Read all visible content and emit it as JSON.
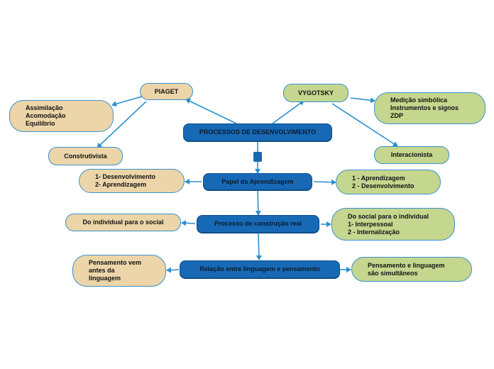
{
  "diagram": {
    "central": "PROCESSOS DE DESENVOLVIMENTO",
    "piaget": {
      "title": "PIAGET",
      "concepts": "Assimilação\nAcomodação\nEquilíbrio",
      "approach": "Construtivista"
    },
    "vygotsky": {
      "title": "VYGOTSKY",
      "concepts": "Medição simbólica\nInstrumentos e signos\nZDP",
      "approach": "Interacionista"
    },
    "topics": [
      {
        "label": "Papel da Aprendizagem",
        "piaget": "1- Desenvolvimento\n2- Aprendizagem",
        "vygotsky": "1 - Aprendizagem\n2 - Desenvolvimento"
      },
      {
        "label": "Processo de construção real",
        "piaget": "Do individual para o social",
        "vygotsky": "Do social para o individual\n1- Interpessoal\n2 - Internalização"
      },
      {
        "label": "Relação entre linguagem e pensamento",
        "piaget": "Pensamento vem\nantes da\nlinguagem",
        "vygotsky": "Pensamento e linguagem\nsão simultâneos"
      }
    ]
  },
  "colors": {
    "central": "#1769b6",
    "piaget": "#ecd5a8",
    "vygotsky": "#c5d68e",
    "border": "#3a92cf",
    "line": "#2a8fd0"
  }
}
